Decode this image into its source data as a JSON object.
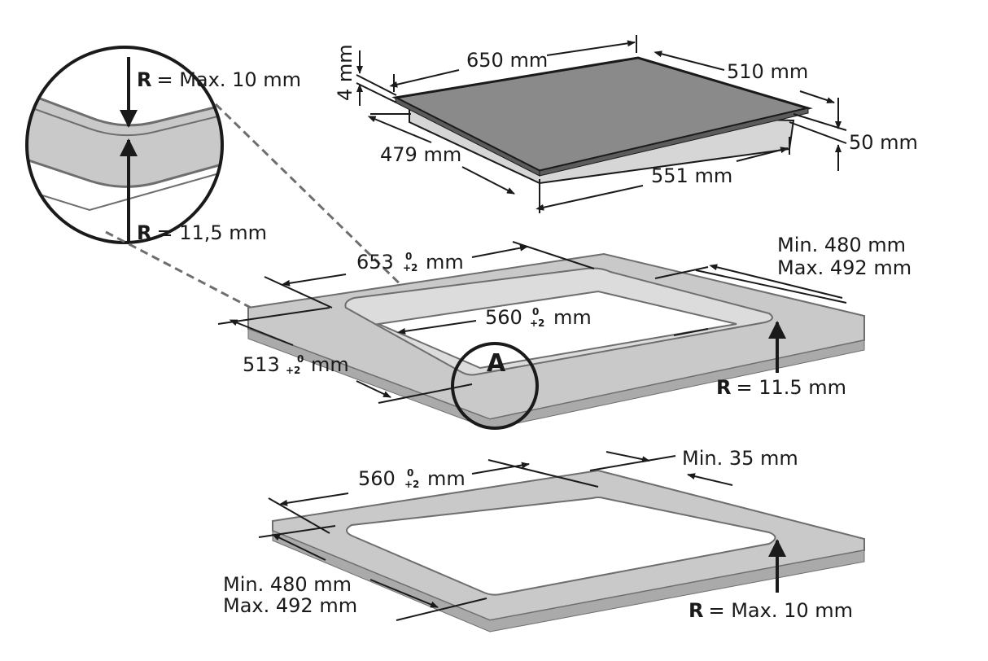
{
  "hob": {
    "width": "650 mm",
    "depth": "510 mm",
    "glass_thickness": "4 mm",
    "height": "50 mm",
    "base_depth": "479  mm",
    "base_width": "551 mm"
  },
  "cutout_flush": {
    "recess_width_main": "653",
    "recess_width_sup": "0",
    "recess_width_sub": "+2",
    "recess_width_unit": "mm",
    "recess_depth_line1": "Min. 480 mm",
    "recess_depth_line2": "Max. 492 mm",
    "inner_width_main": "560",
    "inner_width_sup": "0",
    "inner_width_sub": "+2",
    "inner_width_unit": "mm",
    "inner_depth_main": "513",
    "inner_depth_sup": "0",
    "inner_depth_sub": "+2",
    "inner_depth_unit": "mm",
    "radius_r": "R",
    "radius_value": "= 11.5 mm",
    "detail_marker": "A"
  },
  "detail_a": {
    "outer_r": "R",
    "outer_value": "= Max. 10 mm",
    "inner_r": "R",
    "inner_value": "= 11,5 mm"
  },
  "cutout_standard": {
    "width_main": "560",
    "width_sup": "0",
    "width_sub": "+2",
    "width_unit": "mm",
    "min_edge": "Min. 35 mm",
    "depth_line1": "Min. 480 mm",
    "depth_line2": "Max. 492 mm",
    "radius_r": "R",
    "radius_value": "= Max. 10 mm"
  },
  "colors": {
    "counter": "#c9c9c9",
    "glass": "#8a8a8a",
    "line": "#1a1a1a",
    "edge": "#6e6e6e"
  }
}
